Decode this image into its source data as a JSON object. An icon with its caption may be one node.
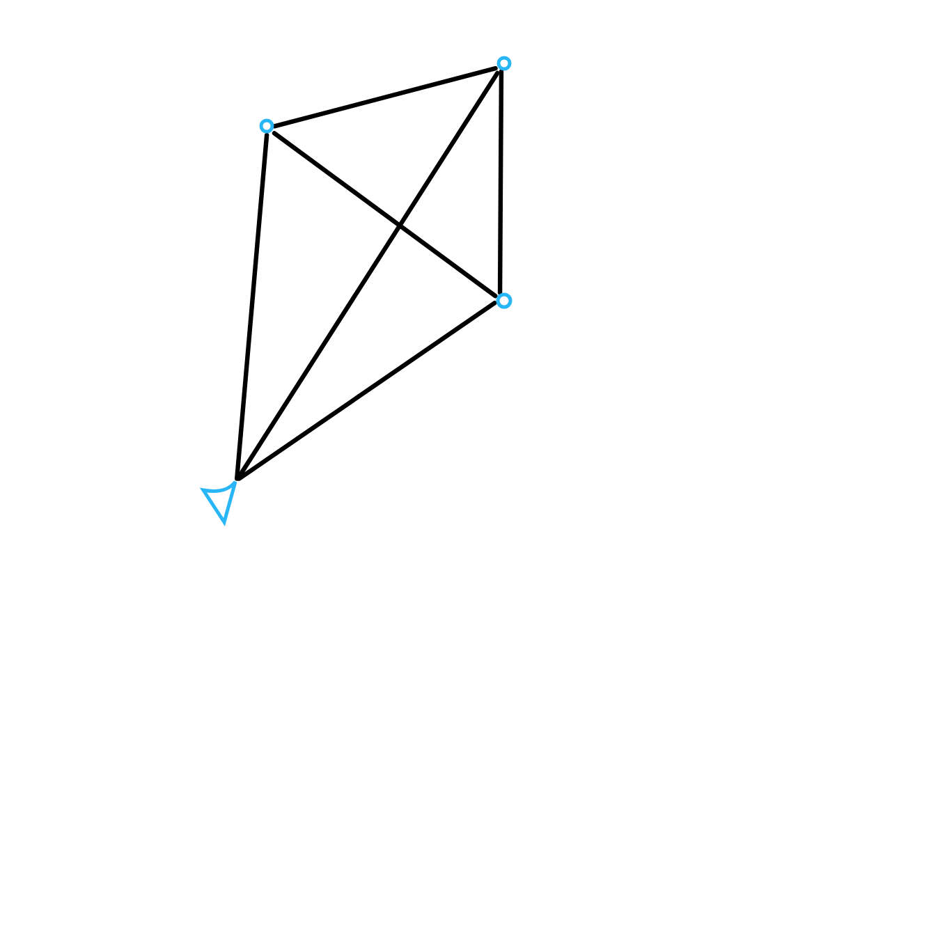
{
  "diagram": {
    "nodes": [
      {
        "text": [],
        "shape": "circle"
      },
      {
        "text": [],
        "shape": "circle"
      },
      {
        "text": [],
        "shape": "circle"
      },
      {
        "text": [],
        "shape": "triangle"
      }
    ],
    "edges": [
      {
        "from": 0,
        "to": 1,
        "arrow": "none"
      },
      {
        "from": 1,
        "to": 2,
        "arrow": "none"
      },
      {
        "from": 0,
        "to": 2,
        "arrow": "none"
      },
      {
        "from": 0,
        "to": 3,
        "arrow": "none"
      },
      {
        "from": 1,
        "to": 3,
        "arrow": "none"
      },
      {
        "from": 2,
        "to": 3,
        "arrow": "none"
      }
    ]
  }
}
